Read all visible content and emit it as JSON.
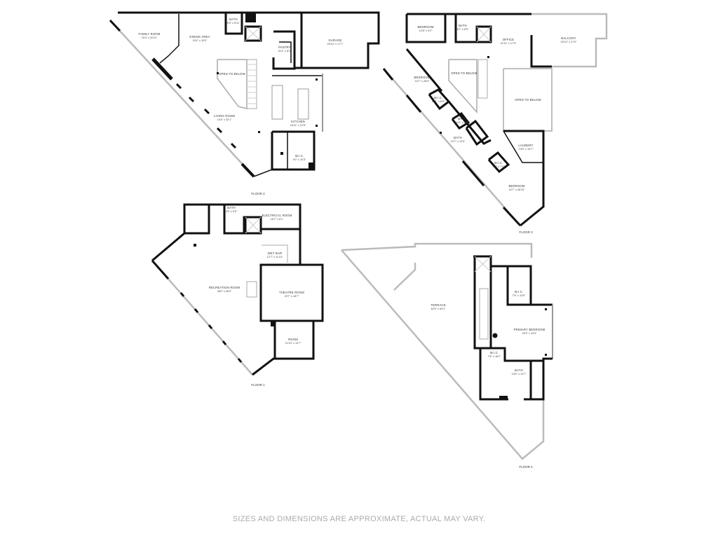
{
  "disclaimer": "SIZES AND DIMENSIONS ARE APPROXIMATE, ACTUAL MAY VARY.",
  "floors": {
    "floor2": {
      "label": "FLOOR 2",
      "rooms": [
        {
          "name": "FAMILY ROOM",
          "dims": "15'4\" x 20'11\""
        },
        {
          "name": "DINING AREA",
          "dims": "15'4\" x 15'0\""
        },
        {
          "name": "BATH",
          "dims": "6'9\" x 5'11\""
        },
        {
          "name": "PANTRY",
          "dims": "8'11\" x 8'3\""
        },
        {
          "name": "GARAGE",
          "dims": "25'10\" x 17'7\""
        },
        {
          "name": "OPEN TO BELOW",
          "dims": ""
        },
        {
          "name": "LIVING ROOM",
          "dims": "14'4\" x 32'1\""
        },
        {
          "name": "KITCHEN",
          "dims": "16'11\" x 12'5\""
        },
        {
          "name": "W.I.C.",
          "dims": "9'2\" x 10'3\""
        }
      ]
    },
    "floor3": {
      "label": "FLOOR 3",
      "rooms": [
        {
          "name": "BEDROOM",
          "dims": "12'8\" x 9'2\""
        },
        {
          "name": "BATH",
          "dims": "8'7\" x 8'5\""
        },
        {
          "name": "OFFICE",
          "dims": "22'11\" x 17'9\""
        },
        {
          "name": "BALCONY",
          "dims": "25'10\" x 17'9\""
        },
        {
          "name": "BEDROOM",
          "dims": "10'7\" x 28'3\""
        },
        {
          "name": "OPEN TO BELOW",
          "dims": ""
        },
        {
          "name": "OPEN TO BELOW",
          "dims": ""
        },
        {
          "name": "W.I.C.",
          "dims": "4'11\" x 6'5\""
        },
        {
          "name": "BATH",
          "dims": "4'11\" x 5'6\""
        },
        {
          "name": "BATH",
          "dims": "10'7\" x 12'5\""
        },
        {
          "name": "LAUNDRY",
          "dims": "13'5\" x 10'7\""
        },
        {
          "name": "W.I.C.",
          "dims": "4'8\" x 7'1\""
        },
        {
          "name": "BEDROOM",
          "dims": "16'7\" x 28'10\""
        }
      ]
    },
    "floor1": {
      "label": "FLOOR 1",
      "rooms": [
        {
          "name": "BATH",
          "dims": "4'9\" x 5'0\""
        },
        {
          "name": "ELECTRICAL ROOM",
          "dims": "18'7\" x 8'1\""
        },
        {
          "name": "WET BAR",
          "dims": "12'7\" x 11'10\""
        },
        {
          "name": "RECREATION ROOM",
          "dims": "28'0\" x 46'0\""
        },
        {
          "name": "THEATRE ROOM",
          "dims": "20'7\" x 18'7\""
        },
        {
          "name": "ROOM",
          "dims": "12'10\" x 12'7\""
        }
      ]
    },
    "floor4": {
      "label": "FLOOR 4",
      "rooms": [
        {
          "name": "TERRACE",
          "dims": "64'3\" x 54'1\""
        },
        {
          "name": "W.I.C.",
          "dims": "7'6\" x 12'6\""
        },
        {
          "name": "PRIMARY BEDROOM",
          "dims": "20'3\" x 19'3\""
        },
        {
          "name": "W.I.C.",
          "dims": "7'6\" x 16'2\""
        },
        {
          "name": "BATH",
          "dims": "14'6\" x 12'7\""
        }
      ]
    }
  }
}
